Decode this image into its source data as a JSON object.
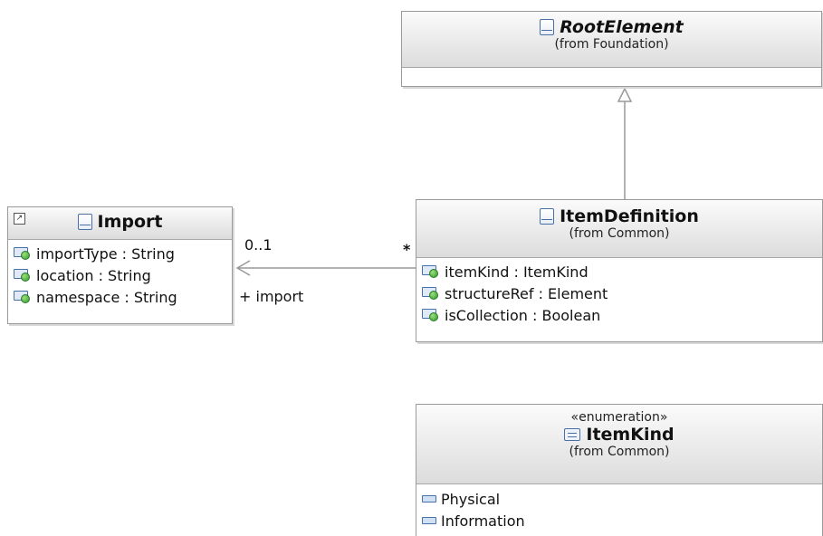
{
  "classes": {
    "root_element": {
      "name": "RootElement",
      "from": "(from Foundation)",
      "attributes": []
    },
    "import": {
      "name": "Import",
      "attributes": [
        "importType : String",
        "location : String",
        "namespace : String"
      ]
    },
    "item_definition": {
      "name": "ItemDefinition",
      "from": "(from Common)",
      "attributes": [
        "itemKind : ItemKind",
        "structureRef : Element",
        "isCollection : Boolean"
      ]
    },
    "item_kind": {
      "stereotype": "«enumeration»",
      "name": "ItemKind",
      "from": "(from Common)",
      "literals": [
        "Physical",
        "Information"
      ]
    }
  },
  "association": {
    "source_multiplicity": "*",
    "target_multiplicity": "0..1",
    "target_role": "+ import"
  },
  "icons": {
    "class": "class-icon",
    "enumeration": "enumeration-icon",
    "attribute": "attribute-icon",
    "literal": "enum-literal-icon",
    "shortcut": "shortcut-arrow-icon"
  },
  "colors": {
    "header_top": "#fbfbfb",
    "header_bottom": "#dcdcdc",
    "border": "#9a9a9a",
    "connector": "#999999",
    "icon_blue": "#4a6fa5",
    "attribute_dot": "#2f9a2f"
  }
}
